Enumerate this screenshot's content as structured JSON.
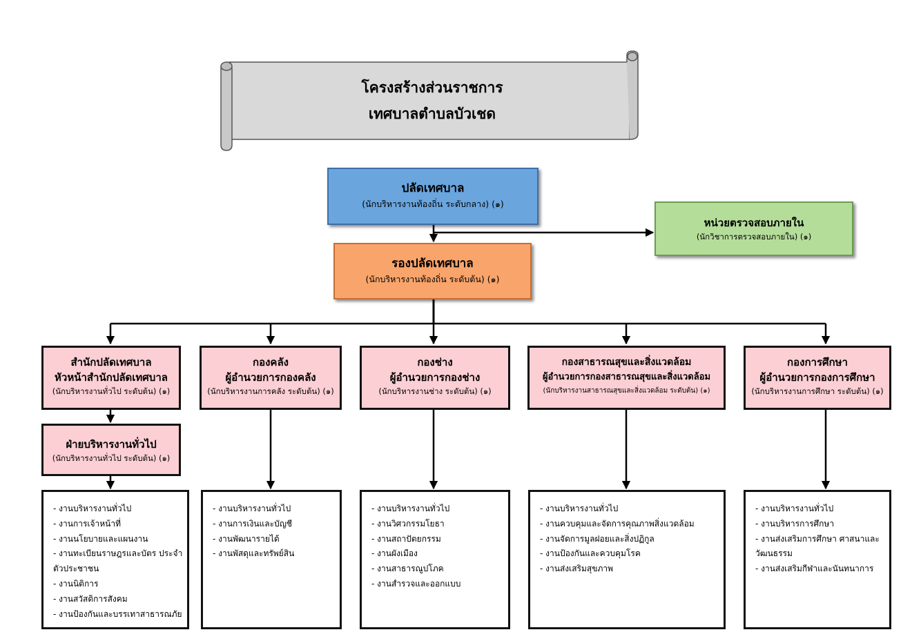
{
  "header": {
    "title_line1": "โครงสร้างส่วนราชการ",
    "title_line2": "เทศบาลตำบลบัวเชด"
  },
  "top": {
    "title": "ปลัดเทศบาล",
    "subtitle": "(นักบริหารงานท้องถิ่น ระดับกลาง) (๑)"
  },
  "audit": {
    "title": "หน่วยตรวจสอบภายใน",
    "subtitle": "(นักวิชาการตรวจสอบภายใน) (๑)"
  },
  "deputy": {
    "title": "รองปลัดเทศบาล",
    "subtitle": "(นักบริหารงานท้องถิ่น ระดับต้น) (๑)"
  },
  "divisions": [
    {
      "line1": "สำนักปลัดเทศบาล",
      "line2": "หัวหน้าสำนักปลัดเทศบาล",
      "sub": "(นักบริหารงานทั่วไป ระดับต้น) (๑)",
      "tasks": [
        "- งานบริหารงานทั่วไป",
        "- งานการเจ้าหน้าที่",
        "- งานนโยบายและแผนงาน",
        "- งานทะเบียนราษฎรและบัตร ประจำตัวประชาชน",
        "- งานนิติการ",
        "- งานสวัสดิการสังคม",
        "- งานป้องกันและบรรเทาสาธารณภัย"
      ]
    },
    {
      "line1": "กองคลัง",
      "line2": "ผู้อำนวยการกองคลัง",
      "sub": "(นักบริหารงานการคลัง ระดับต้น) (๑)",
      "tasks": [
        "- งานบริหารงานทั่วไป",
        "- งานการเงินและบัญชี",
        "- งานพัฒนารายได้",
        "- งานพัสดุและทรัพย์สิน"
      ]
    },
    {
      "line1": "กองช่าง",
      "line2": "ผู้อำนวยการกองช่าง",
      "sub": "(นักบริหารงานช่าง ระดับต้น) (๑)",
      "tasks": [
        "- งานบริหารงานทั่วไป",
        "- งานวิศวกรรมโยธา",
        "- งานสถาปัตยกรรม",
        "- งานผังเมือง",
        "- งานสาธารณูปโภค",
        "- งานสำรวจและออกแบบ"
      ]
    },
    {
      "line1": "กองสาธารณสุขและสิ่งแวดล้อม",
      "line2": "ผู้อำนวยการกองสาธารณสุขและสิ่งแวดล้อม",
      "sub": "(นักบริหารงานสาธารณสุขและสิ่งแวดล้อม ระดับต้น) (๑)",
      "tasks": [
        "- งานบริหารงานทั่วไป",
        "- งานควบคุมและจัดการคุณภาพสิ่งแวดล้อม",
        "- งานจัดการมูลฝอยและสิ่งปฏิกูล",
        "- งานป้องกันและควบคุมโรค",
        "- งานส่งเสริมสุขภาพ"
      ]
    },
    {
      "line1": "กองการศึกษา",
      "line2": "ผู้อำนวยการกองการศึกษา",
      "sub": "(นักบริหารงานการศึกษา ระดับต้น) (๑)",
      "tasks": [
        "- งานบริหารงานทั่วไป",
        "- งานบริหารการศึกษา",
        "- งานส่งเสริมการศึกษา ศาสนาและ วัฒนธรรม",
        "- งานส่งเสริมกีฬาและนันทนาการ"
      ]
    }
  ],
  "sub_unit": {
    "title": "ฝ่ายบริหารงานทั่วไป",
    "subtitle": "(นักบริหารงานทั่วไป ระดับต้น) (๑)"
  },
  "colors": {
    "top_box": "#6aa5de",
    "audit_box": "#b5dd9a",
    "deputy_box": "#f9a46b",
    "division_box": "#fbcfd3",
    "scroll": "#d9d9d9"
  }
}
